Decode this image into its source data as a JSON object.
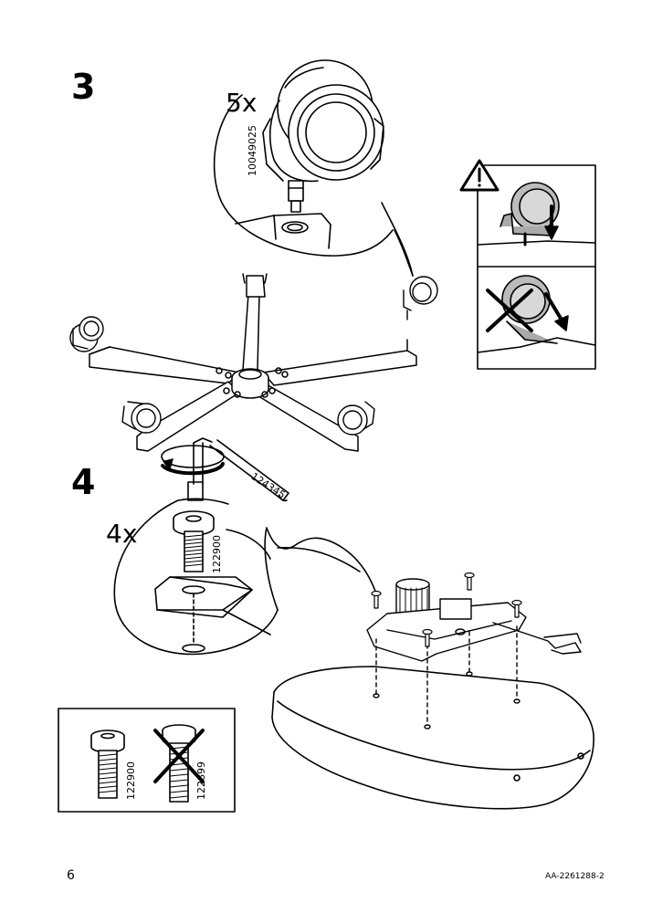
{
  "steps": [
    {
      "number": "3",
      "quantity": "5x",
      "article": "10049025"
    },
    {
      "number": "4",
      "quantity": "4x",
      "article": "122900",
      "tool_article": "124345"
    }
  ],
  "screw_compare": {
    "correct_article": "122900",
    "wrong_article": "122899"
  },
  "footer": {
    "page_number": "6",
    "doc_code": "AA-2261288-2"
  }
}
